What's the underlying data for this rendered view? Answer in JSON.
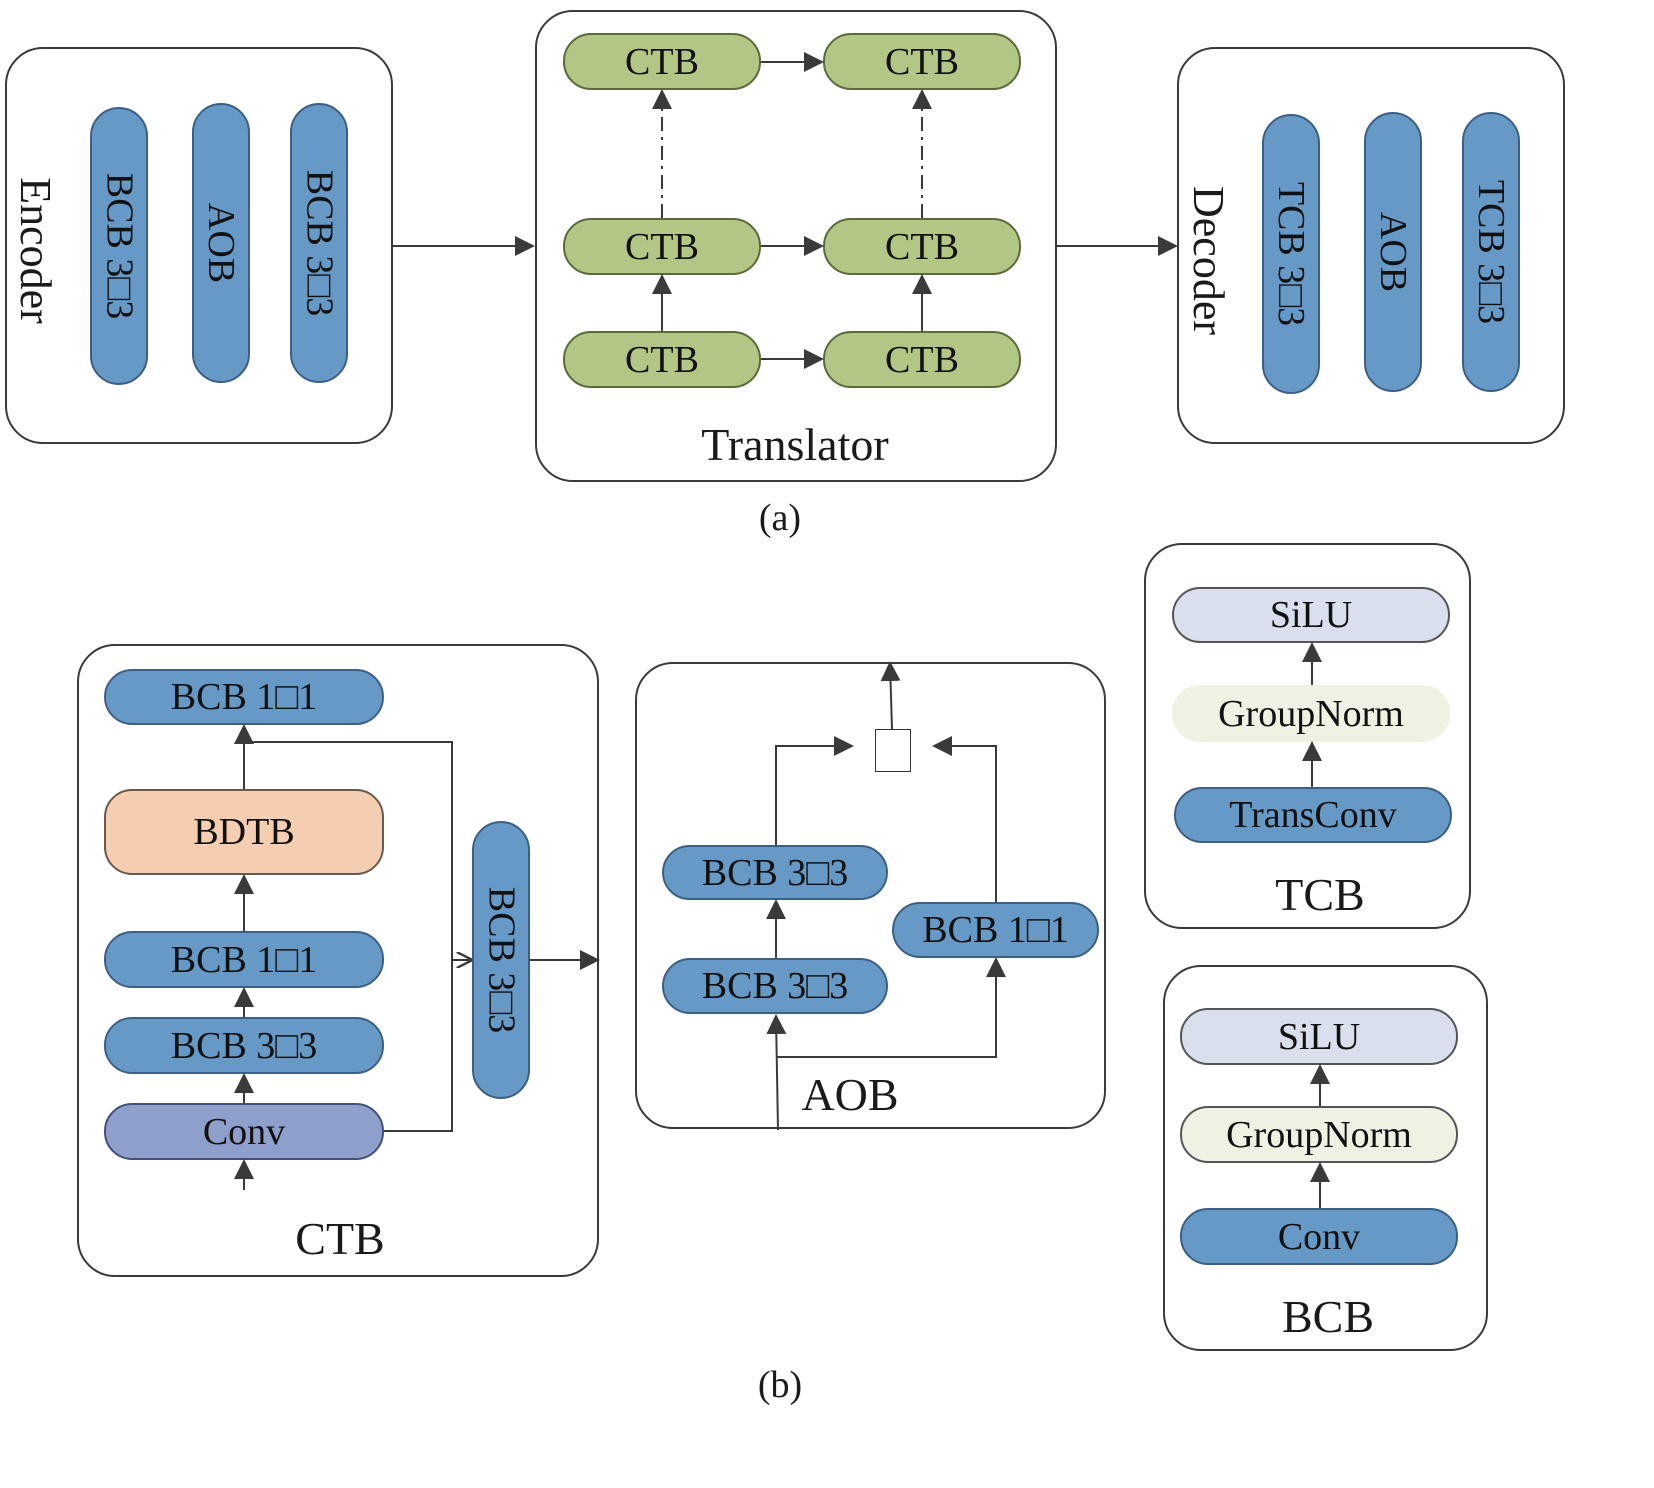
{
  "encoder": {
    "label": "Encoder",
    "blocks": [
      "BCB 3□3",
      "AOB",
      "BCB 3□3"
    ]
  },
  "translator": {
    "label": "Translator",
    "block": "CTB"
  },
  "decoder": {
    "label": "Decoder",
    "blocks": [
      "TCB 3□3",
      "AOB",
      "TCB 3□3"
    ]
  },
  "captions": {
    "a": "(a)",
    "b": "(b)"
  },
  "ctb": {
    "label": "CTB",
    "bcb_top": "BCB 1□1",
    "bdtb": "BDTB",
    "bcb_1x1": "BCB 1□1",
    "bcb_3x3": "BCB 3□3",
    "conv": "Conv",
    "bcb_side": "BCB 3□3"
  },
  "aob": {
    "label": "AOB",
    "bcb_3x3_upper": "BCB 3□3",
    "bcb_3x3_lower": "BCB 3□3",
    "bcb_1x1": "BCB 1□1",
    "merge_symbol": "□"
  },
  "tcb": {
    "label": "TCB",
    "silu": "SiLU",
    "groupnorm": "GroupNorm",
    "transconv": "TransConv"
  },
  "bcb": {
    "label": "BCB",
    "silu": "SiLU",
    "groupnorm": "GroupNorm",
    "conv": "Conv"
  }
}
